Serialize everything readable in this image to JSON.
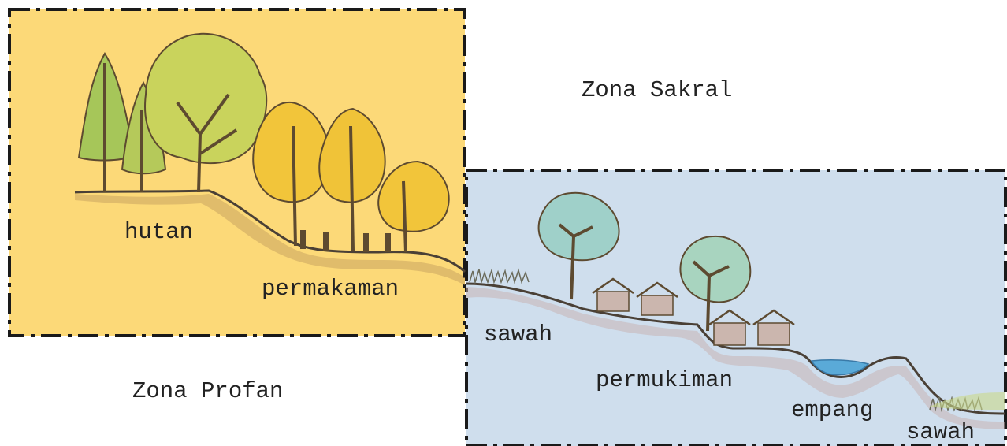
{
  "labels": {
    "zona_sakral": "Zona Sakral",
    "zona_profan": "Zona Profan",
    "hutan": "hutan",
    "permakaman": "permakaman",
    "sawah_left": "sawah",
    "permukiman": "permukiman",
    "empang": "empang",
    "sawah_right": "sawah"
  },
  "colors": {
    "sacred_zone_fill": "#fcd978",
    "profane_zone_fill": "#cfdeed",
    "zone_border": "#1a1a1a",
    "tree_yellow": "#f2c53a",
    "tree_green": "#9cc24a",
    "tree_teal": "#7fc6cf",
    "water": "#5aaad8",
    "ground_line": "#4a4036"
  },
  "icons": [
    "conifer-tree-icon",
    "deciduous-tree-icon",
    "gravestone-icon",
    "house-icon",
    "pond-icon",
    "grass-icon"
  ]
}
